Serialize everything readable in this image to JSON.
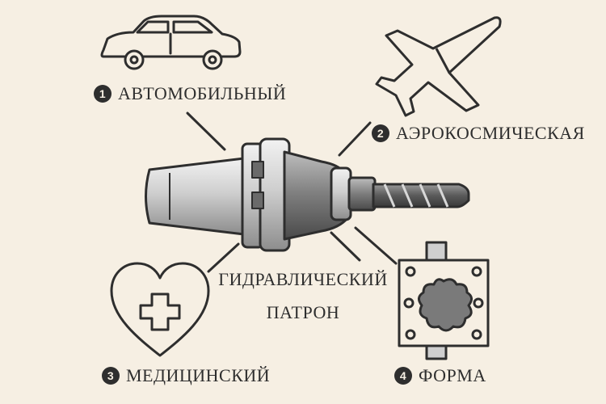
{
  "center": {
    "line1": "ГИДРАВЛИЧЕСКИЙ",
    "line2": "ПАТРОН"
  },
  "applications": [
    {
      "number": "1",
      "label": "АВТОМОБИЛЬНЫЙ",
      "icon": "car-icon"
    },
    {
      "number": "2",
      "label": "АЭРОКОСМИЧЕСКАЯ",
      "icon": "airplane-icon"
    },
    {
      "number": "3",
      "label": "МЕДИЦИНСКИЙ",
      "icon": "medical-heart-icon"
    },
    {
      "number": "4",
      "label": "ФОРМА",
      "icon": "mold-icon"
    }
  ],
  "colors": {
    "background": "#f6efe3",
    "line": "#2e2e2e"
  }
}
